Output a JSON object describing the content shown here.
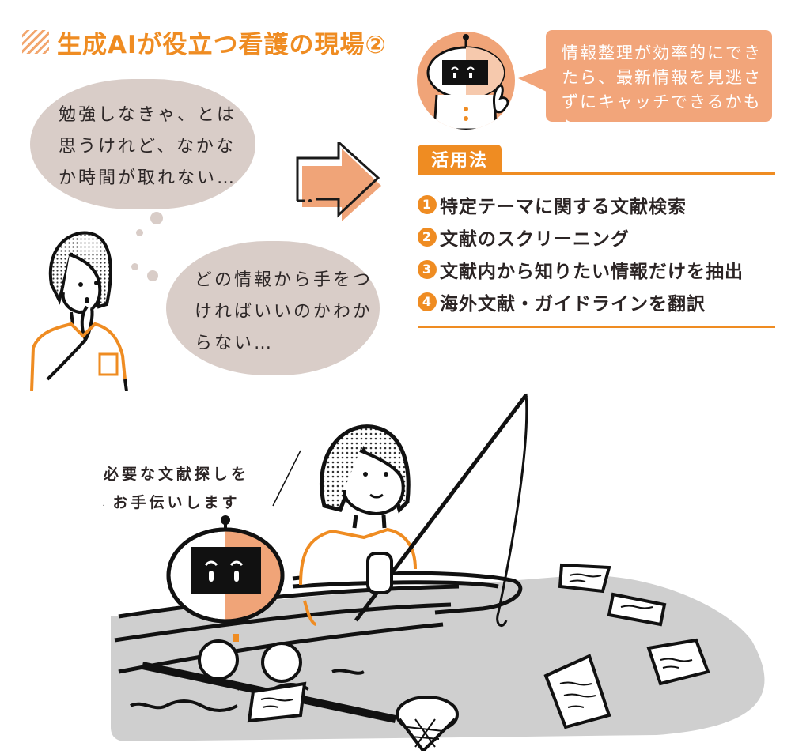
{
  "header": {
    "title": "生成AIが役立つ看護の現場②",
    "accent_color": "#ef8c22"
  },
  "worries": {
    "bubble1_lines": [
      "勉強しなきゃ、とは",
      "思うけれど、なかな",
      "か時間が取れない…"
    ],
    "bubble2_lines": [
      "どの情報から手をつ",
      "ければいいのかわか",
      "らない…"
    ],
    "bubble_color": "#d9cdc8"
  },
  "robot_advice": {
    "lines": [
      "情報整理が効率的にでき",
      "たら、最新情報を見逃さ",
      "ずにキャッチできるかも♪"
    ],
    "bubble_color": "#f2a57a"
  },
  "usage": {
    "heading": "活用法",
    "items": [
      {
        "num": "1",
        "text": "特定テーマに関する文献検索"
      },
      {
        "num": "2",
        "text": "文献のスクリーニング"
      },
      {
        "num": "3",
        "text": "文献内から知りたい情報だけを抽出"
      },
      {
        "num": "4",
        "text": "海外文献・ガイドラインを翻訳"
      }
    ]
  },
  "illustration": {
    "robot_caption_lines": [
      "必要な文献探しを",
      "お手伝いします"
    ],
    "water_color": "#cfcfcf",
    "orange_color": "#ef8c22",
    "peach_color": "#f0a478"
  }
}
